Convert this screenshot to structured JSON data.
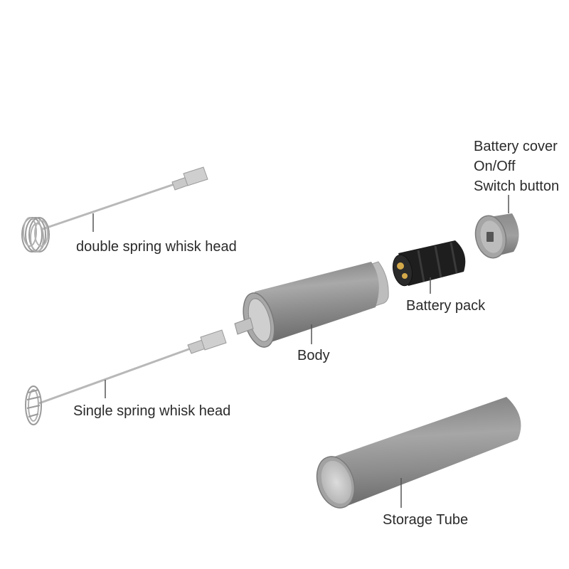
{
  "labels": {
    "double_whisk": "double spring whisk head",
    "single_whisk": "Single spring whisk head",
    "body": "Body",
    "battery_pack": "Battery pack",
    "storage_tube": "Storage Tube",
    "battery_cover": {
      "line1": "Battery cover",
      "line2": "On/Off",
      "line3": "Switch button"
    }
  },
  "colors": {
    "metal": "#8c8c8c",
    "metal_dark": "#6e6e6e",
    "metal_light": "#a8a8a8",
    "plastic": "#c4c4c4",
    "battery": "#1e1e1e",
    "gold": "#d4a94a",
    "leader": "#555555",
    "text": "#2a2a2a"
  }
}
